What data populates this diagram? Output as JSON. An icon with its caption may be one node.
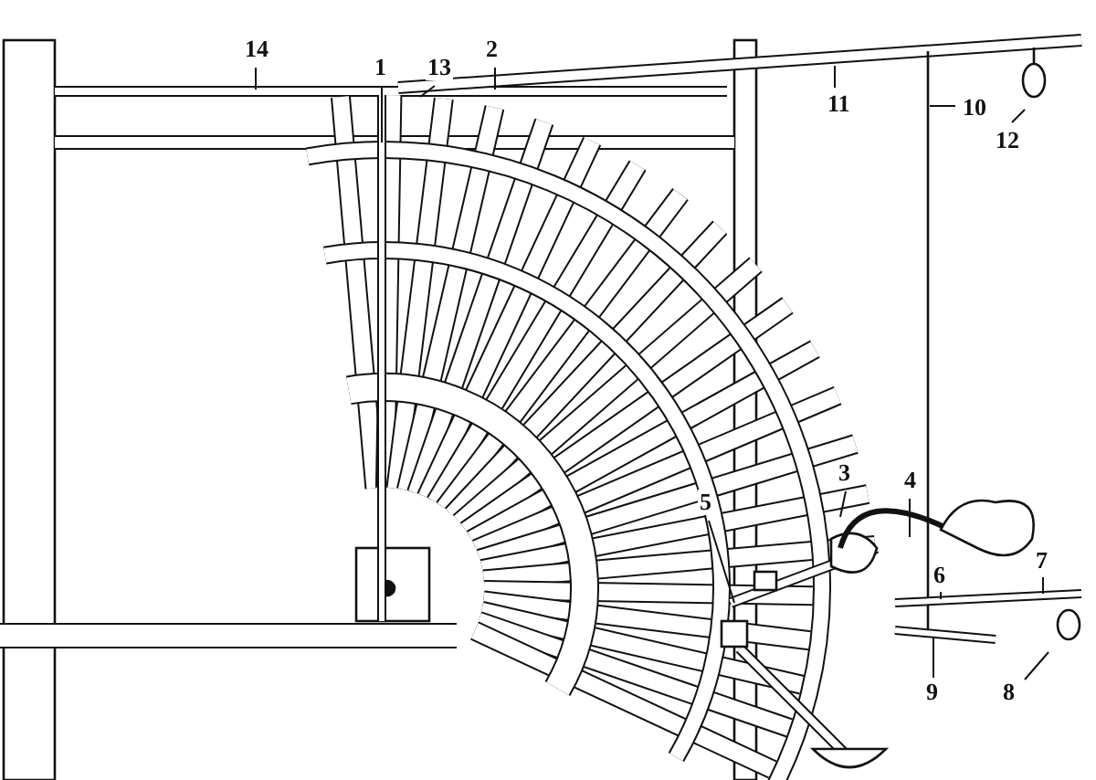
{
  "diagram": {
    "nodes": [
      {
        "text": [
          "14"
        ]
      },
      {
        "text": [
          "1"
        ]
      },
      {
        "text": [
          "13"
        ]
      },
      {
        "text": [
          "2"
        ]
      },
      {
        "text": [
          "11"
        ]
      },
      {
        "text": [
          "10"
        ]
      },
      {
        "text": [
          "12"
        ]
      },
      {
        "text": [
          "3"
        ]
      },
      {
        "text": [
          "4"
        ]
      },
      {
        "text": [
          "5"
        ]
      },
      {
        "text": [
          "6"
        ]
      },
      {
        "text": [
          "7"
        ]
      },
      {
        "text": [
          "8"
        ]
      },
      {
        "text": [
          "9"
        ]
      }
    ],
    "edges": [
      {
        "from": 0,
        "to": null,
        "arrow": "none"
      },
      {
        "from": 1,
        "to": null,
        "arrow": "none"
      },
      {
        "from": 2,
        "to": null,
        "arrow": "none"
      },
      {
        "from": 3,
        "to": null,
        "arrow": "none"
      },
      {
        "from": 4,
        "to": null,
        "arrow": "none"
      },
      {
        "from": 5,
        "to": null,
        "arrow": "none"
      },
      {
        "from": 6,
        "to": null,
        "arrow": "none"
      },
      {
        "from": 7,
        "to": null,
        "arrow": "none"
      },
      {
        "from": 8,
        "to": null,
        "arrow": "none"
      },
      {
        "from": 9,
        "to": null,
        "arrow": "none"
      },
      {
        "from": 10,
        "to": null,
        "arrow": "none"
      },
      {
        "from": 11,
        "to": null,
        "arrow": "none"
      },
      {
        "from": 12,
        "to": null,
        "arrow": "none"
      },
      {
        "from": 13,
        "to": null,
        "arrow": "none"
      }
    ]
  }
}
